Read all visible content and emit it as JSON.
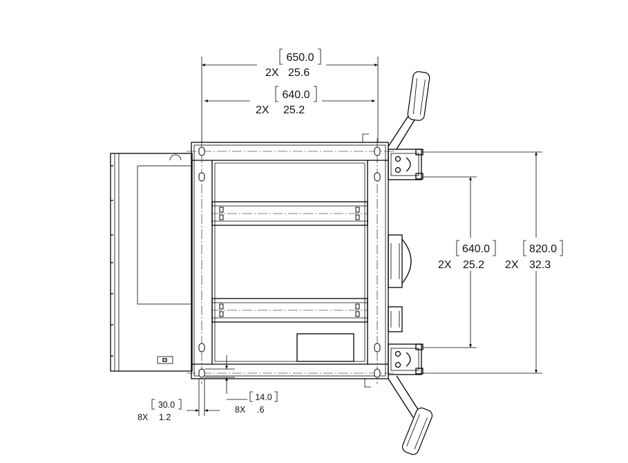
{
  "dimensions": {
    "top_outer": {
      "value": "650.0",
      "qty": "2X",
      "imperial": "25.6"
    },
    "top_inner": {
      "value": "640.0",
      "qty": "2X",
      "imperial": "25.2"
    },
    "right_inner": {
      "value": "640.0",
      "qty": "2X",
      "imperial": "25.2"
    },
    "right_outer": {
      "value": "820.0",
      "qty": "2X",
      "imperial": "32.3"
    },
    "slot_width": {
      "value": "30.0",
      "qty": "8X",
      "imperial": "1.2"
    },
    "slot_height": {
      "value": "14.0",
      "qty": "8X",
      "imperial": ".6"
    }
  }
}
